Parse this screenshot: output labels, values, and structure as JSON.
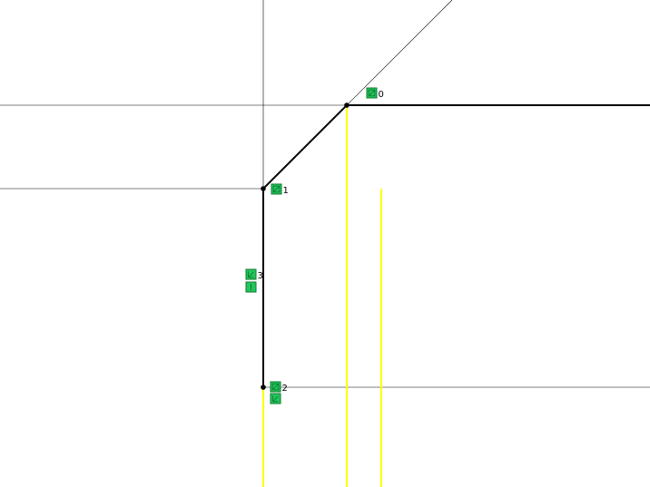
{
  "colors": {
    "background": "#ffffff",
    "construction_line": "#000000",
    "sketch_line": "#000000",
    "inference_line": "#ffff00",
    "relation_badge_fill": "#22c55e",
    "relation_badge_stroke": "#0f7a2d"
  },
  "relations": [
    {
      "name": "merge-relation",
      "icon": "coincident-icon",
      "label": "0"
    },
    {
      "name": "merge-relation",
      "icon": "coincident-icon",
      "label": "1"
    },
    {
      "name": "merge-relation",
      "icon": "coincident-icon",
      "label": "2"
    },
    {
      "name": "vertical-relation",
      "icon": "vertical-icon",
      "label": "3"
    }
  ]
}
